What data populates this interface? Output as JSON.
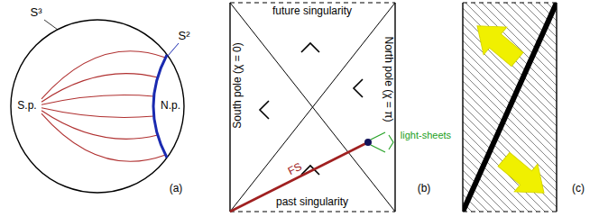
{
  "diagram": {
    "labels": [
      "S³",
      "S²",
      "S.p.",
      "N.p.",
      "(a)",
      "future singularity",
      "past singularity",
      "South pole (χ = 0)",
      "North pole (χ = π)",
      "FS",
      "light-sheets",
      "(b)",
      "(c)"
    ]
  }
}
